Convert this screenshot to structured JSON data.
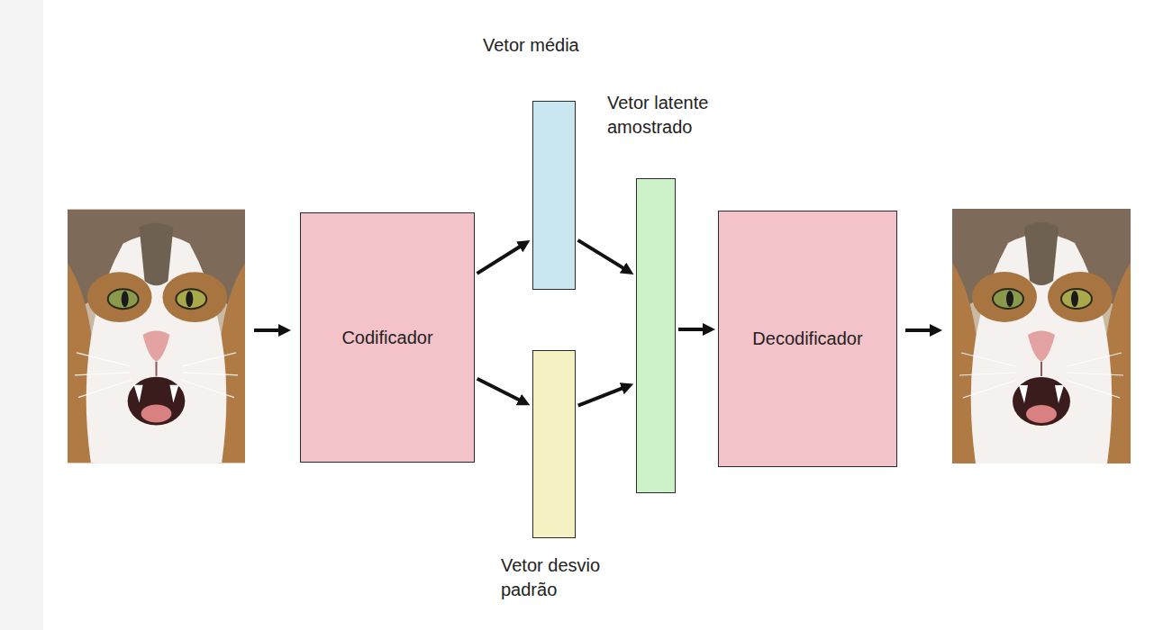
{
  "diagram": {
    "nodes": [
      {
        "text": [
          "Codificador"
        ]
      },
      {
        "text": [
          "Vetor média"
        ]
      },
      {
        "text": [
          "Vetor desvio padrão"
        ]
      },
      {
        "text": [
          "Vetor latente amostrado"
        ]
      },
      {
        "text": [
          "Decodificador"
        ]
      }
    ],
    "edges": [
      {
        "from": 0,
        "to": 1,
        "arrow": "to"
      },
      {
        "from": 0,
        "to": 2,
        "arrow": "to"
      },
      {
        "from": 1,
        "to": 3,
        "arrow": "to"
      },
      {
        "from": 2,
        "to": 3,
        "arrow": "to"
      },
      {
        "from": 3,
        "to": 4,
        "arrow": "to"
      }
    ]
  }
}
